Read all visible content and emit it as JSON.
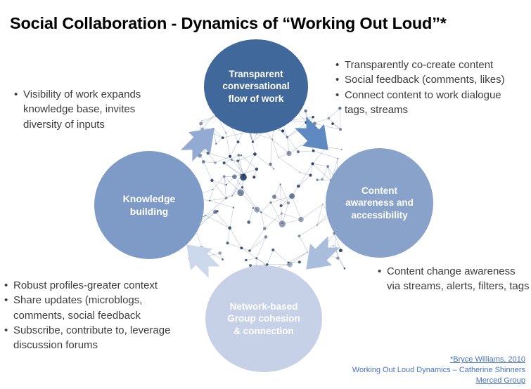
{
  "title": "Social Collaboration - Dynamics of “Working Out Loud”*",
  "circles": {
    "top": {
      "label": "Transparent conversational flow of work",
      "color": "#41689b"
    },
    "left": {
      "label": "Knowledge building",
      "color": "#7e9ac6"
    },
    "right": {
      "label": "Content awareness and accessibility",
      "color": "#88a2ca"
    },
    "bottom": {
      "label": "Network-based Group cohesion & connection",
      "color": "#c6d1e7"
    }
  },
  "arrows": {
    "nw": {
      "direction": "left-to-top",
      "color": "#93abd2"
    },
    "ne": {
      "direction": "top-to-right",
      "color": "#5e8ac1"
    },
    "se": {
      "direction": "right-to-bottom",
      "color": "#a9bedd"
    },
    "sw": {
      "direction": "bottom-to-left",
      "color": "#ccd8ec"
    }
  },
  "network_color": "#16335f",
  "bullet_lists": {
    "top_left": {
      "items": [
        "Visibility of work expands knowledge base, invites diversity of inputs"
      ]
    },
    "top_right": {
      "items": [
        "Transparently co-create content",
        "Social feedback (comments, likes)",
        "Connect content to work dialogue tags, streams"
      ]
    },
    "bottom_left": {
      "items": [
        "Robust profiles-greater context",
        "Share updates (microblogs, comments, social feedback",
        "Subscribe, contribute to, leverage discussion forums"
      ]
    },
    "bottom_right": {
      "items": [
        "Content change awareness via streams, alerts, filters, tags"
      ]
    }
  },
  "footer": {
    "line1": "*Bryce Williams, 2010",
    "line2": "Working Out Loud Dynamics – Catherine Shinners",
    "line3": "Merced Group",
    "link_color": "#4472c4"
  }
}
